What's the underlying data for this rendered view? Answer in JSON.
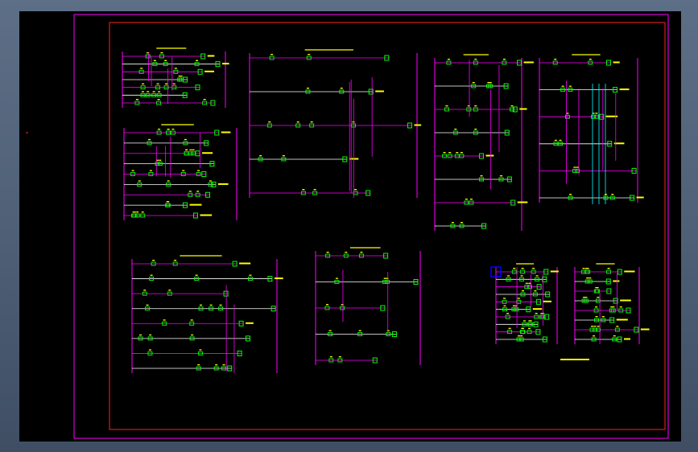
{
  "colors": {
    "frame": "#ff00ff",
    "border": "#ff2020",
    "wire": "#ffffff",
    "component": "#00ff00",
    "text": "#ffff00",
    "accent": "#00ffff",
    "marker": "#0000ff"
  },
  "panels": [
    {
      "id": "p1",
      "title": ""
    },
    {
      "id": "p2",
      "title": ""
    },
    {
      "id": "p3",
      "title": ""
    },
    {
      "id": "p4",
      "title": ""
    },
    {
      "id": "p5",
      "title": ""
    },
    {
      "id": "p6",
      "title": ""
    },
    {
      "id": "p7",
      "title": ""
    },
    {
      "id": "p8",
      "title": ""
    },
    {
      "id": "p9",
      "title": ""
    }
  ],
  "sheet_caption": ""
}
